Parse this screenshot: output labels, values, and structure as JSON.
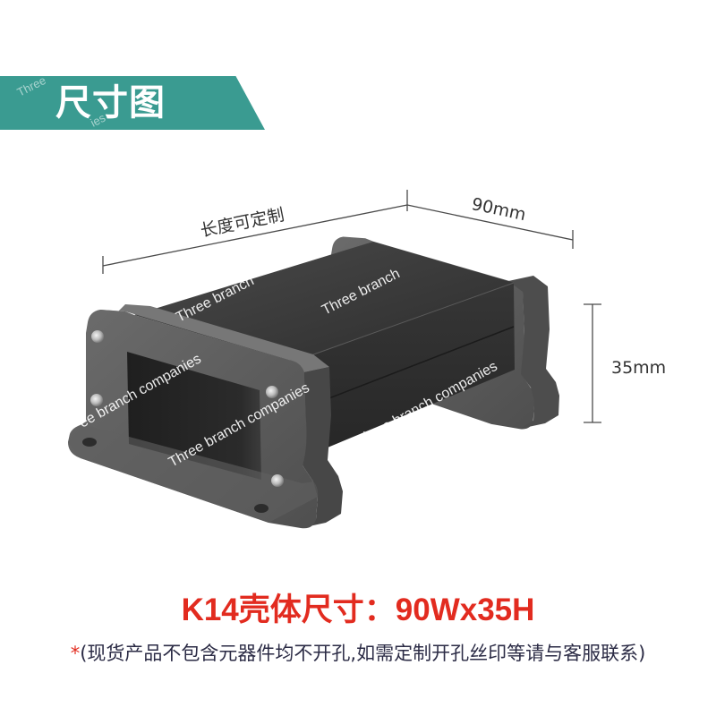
{
  "banner": {
    "title": "尺寸图",
    "color": "#3a9b91"
  },
  "dimensions": {
    "length_label": "长度可定制",
    "width_label": "90mm",
    "height_label": "35mm"
  },
  "watermarks": [
    "Three",
    "ies",
    "Three branch",
    "Three branch",
    "ee branch companies",
    "Three branch companies",
    "Three branch companies"
  ],
  "product": {
    "title": "K14壳体尺寸：90Wx35H",
    "title_color": "#e22b1f",
    "enclosure_color": "#2e2e2e"
  },
  "footnote": {
    "asterisk": "*",
    "text": "(现货产品不包含元器件均不开孔,如需定制开孔丝印等请与客服联系)",
    "asterisk_color": "#e22b1f"
  }
}
